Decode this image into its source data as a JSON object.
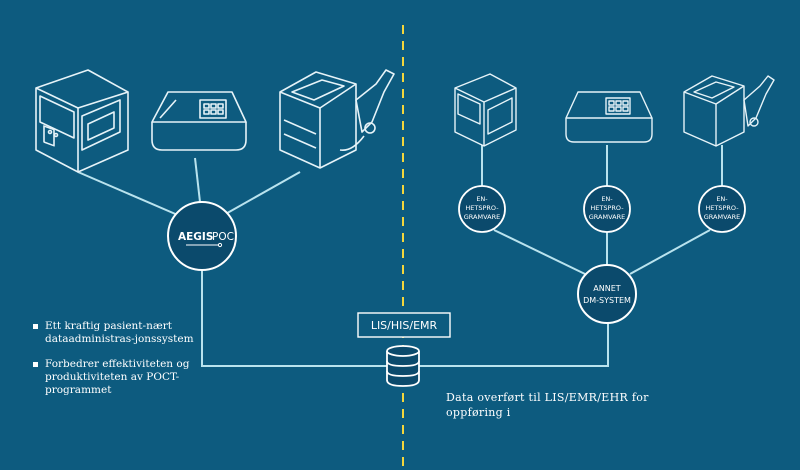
{
  "hub_aegis": {
    "brand_bold": "AEGIS",
    "brand_light": "POC"
  },
  "db_label": "LIS/HIS/EMR",
  "software_nodes": [
    {
      "line1": "EN-",
      "line2": "HETSPRO-",
      "line3": "GRAMVARE"
    },
    {
      "line1": "EN-",
      "line2": "HETSPRO-",
      "line3": "GRAMVARE"
    },
    {
      "line1": "EN-",
      "line2": "HETSPRO-",
      "line3": "GRAMVARE"
    }
  ],
  "dm_system": {
    "line1": "ANNET",
    "line2": "DM-SYSTEM"
  },
  "bullets": [
    "Ett kraftig pasient-nært dataadministras-jonssystem",
    "Forbedrer effektiviteten og produktiviteten av POCT-programmet"
  ],
  "right_note": "Data overført til LIS/EMR/EHR for oppføring i",
  "colors": {
    "background": "#0d5b7f",
    "line": "#b9e3ee",
    "divider": "#f3d63c",
    "node_fill": "#0b4a6c",
    "node_stroke": "#ffffff",
    "device_stroke": "#e6f3f8"
  },
  "icons": [
    "analyzer-device-icon",
    "reader-device-icon",
    "handheld-scanner-device-icon",
    "database-icon"
  ]
}
